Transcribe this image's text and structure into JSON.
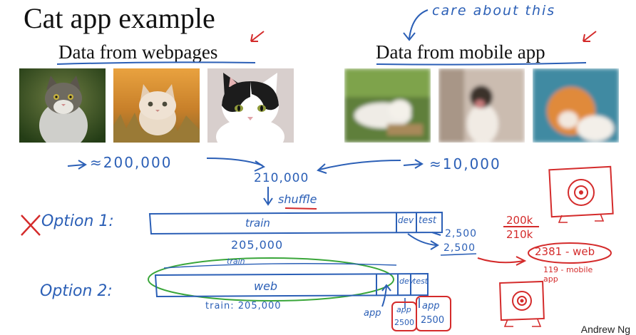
{
  "slide": {
    "title": "Cat app example",
    "author": "Andrew Ng"
  },
  "sources": {
    "web_label": "Data from webpages",
    "mobile_label": "Data from mobile app",
    "care_note": "care about this"
  },
  "counts": {
    "web": "≈200,000",
    "mobile": "≈10,000",
    "total": "210,000",
    "shuffle": "shuffle"
  },
  "option1": {
    "label": "Option 1:",
    "train": "train",
    "dev": "dev",
    "test": "test",
    "train_count": "205,000",
    "dev_count": "2,500",
    "test_count": "2,500",
    "ratio_top": "200k",
    "ratio_bottom": "210k",
    "breakdown_web": "2381 - web",
    "breakdown_mobile": "119 - mobile app"
  },
  "option2": {
    "label": "Option 2:",
    "train_top": "train",
    "web": "web",
    "dev": "dev",
    "test": "test",
    "train_count": "train: 205,000",
    "app": "app",
    "dev_app": "app",
    "dev_count": "2500",
    "test_app": "app",
    "test_count": "2500"
  },
  "colors": {
    "ink_blue": "#2b5fb6",
    "ink_red": "#d42b2b",
    "ink_green": "#3aa63a"
  }
}
